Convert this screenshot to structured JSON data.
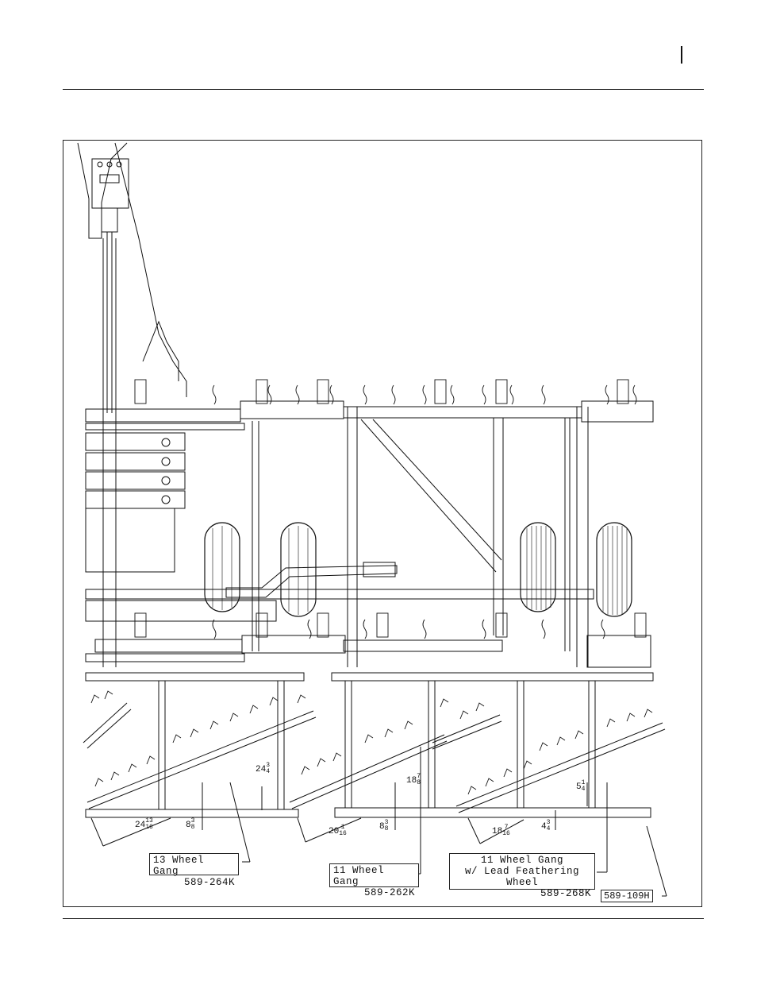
{
  "callouts": {
    "gang13": {
      "title": "13 Wheel Gang",
      "part": "589-264K"
    },
    "gang11": {
      "title": "11 Wheel Gang",
      "part": "589-262K"
    },
    "gang11_lead": {
      "title": "11 Wheel Gang",
      "subtitle": "w/ Lead Feathering Wheel",
      "part": "589-268K"
    }
  },
  "figure_part_number": "589-109H",
  "dimensions": {
    "d1": {
      "whole": "24",
      "num": "13",
      "den": "16"
    },
    "d2": {
      "whole": "8",
      "num": "3",
      "den": "8"
    },
    "d3": {
      "whole": "24",
      "num": "3",
      "den": "4"
    },
    "d4": {
      "whole": "20",
      "num": "1",
      "den": "16"
    },
    "d5": {
      "whole": "8",
      "num": "3",
      "den": "8"
    },
    "d6": {
      "whole": "18",
      "num": "7",
      "den": "8"
    },
    "d7": {
      "whole": "18",
      "num": "7",
      "den": "16"
    },
    "d8": {
      "whole": "4",
      "num": "3",
      "den": "4"
    },
    "d9": {
      "whole": "5",
      "num": "1",
      "den": "4"
    }
  }
}
